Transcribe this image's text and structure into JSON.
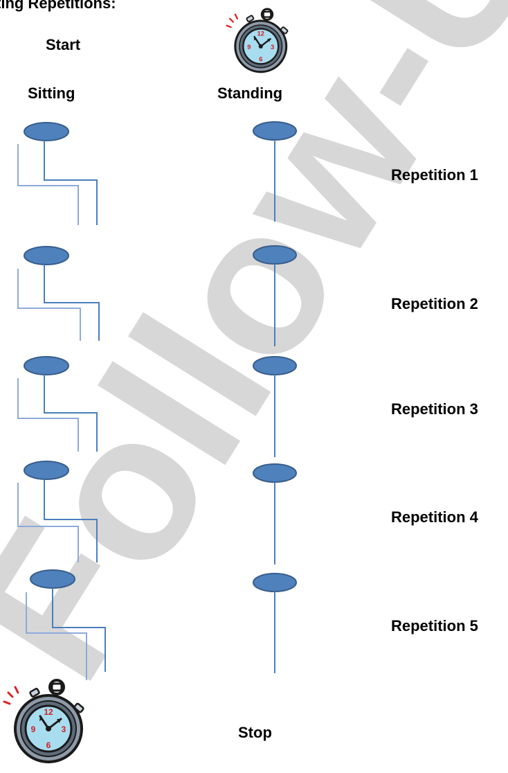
{
  "heading": "ting Repetitions:",
  "labels": {
    "start": "Start",
    "sitting": "Sitting",
    "standing": "Standing",
    "stop": "Stop"
  },
  "repetitions": [
    "Repetition 1",
    "Repetition 2",
    "Repetition 3",
    "Repetition 4",
    "Repetition 5"
  ],
  "watermark": "Follow-Up",
  "colors": {
    "head_fill": "#4f81bd",
    "head_stroke": "#385d8a",
    "line": "#4a7ebb",
    "line_light": "#8eaadb",
    "watermark": "#c9c9c9",
    "stopwatch_face": "#a6dcee",
    "stopwatch_body": "#7f8c99"
  },
  "icons": {
    "stopwatch_top": "stopwatch-icon",
    "stopwatch_bottom": "stopwatch-icon"
  }
}
